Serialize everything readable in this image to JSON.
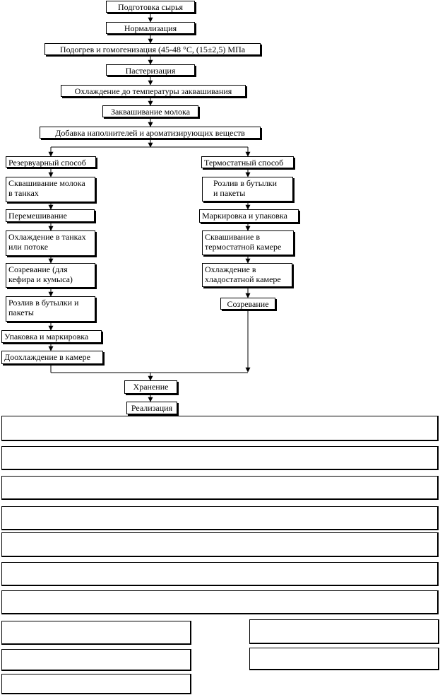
{
  "steps": {
    "raw_prep": "Подготовка сырья",
    "normalization": "Нормализация",
    "heating": "Подогрев и гомогенизация (45-48 °С, (15±2,5) МПа",
    "pasteurization": "Пастеризация",
    "cooling": "Охлаждение до температуры заквашивания",
    "starter": "Заквашивание молока",
    "additives": "Добавка наполнителей и ароматизирующих веществ"
  },
  "left_branch": {
    "title": "Резервуарный способ",
    "steps": [
      "Сквашивание молока\nв танках",
      "Перемешивание",
      "Охлаждение в танках\nили потоке",
      "Созревание (для\nкефира и кумыса)",
      "Розлив в бутылки и\nпакеты",
      "Упаковка и маркировка",
      "Доохлаждение в камере"
    ]
  },
  "right_branch": {
    "title": "Термостатный способ",
    "steps": [
      "Розлив в бутылки\nи пакеты",
      "Маркировка и упаковка",
      "Сквашивание в\nтермостатной камере",
      "Охлаждение в\nхладостатной камере",
      "Созревание"
    ]
  },
  "final": {
    "storage": "Хранение",
    "sale": "Реализация"
  }
}
